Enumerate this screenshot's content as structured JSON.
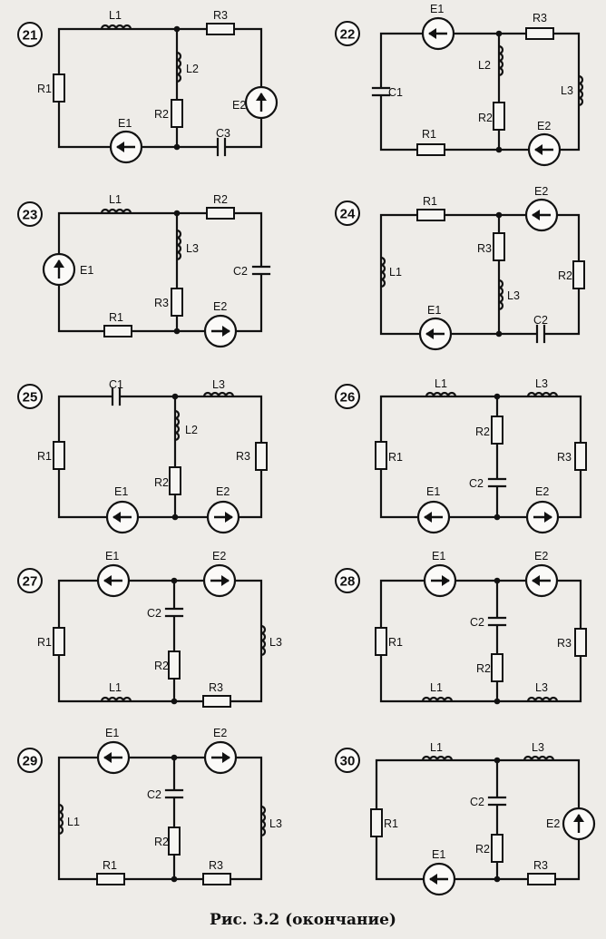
{
  "caption": "Рис. 3.2 (окончание)",
  "circuits": [
    {
      "number": "21",
      "labels": [
        "L1",
        "R3",
        "L2",
        "R1",
        "R2",
        "E2",
        "E1",
        "C3"
      ]
    },
    {
      "number": "22",
      "labels": [
        "E1",
        "R3",
        "L2",
        "C1",
        "L3",
        "R2",
        "R1",
        "E2"
      ]
    },
    {
      "number": "23",
      "labels": [
        "L1",
        "R2",
        "L3",
        "E1",
        "C2",
        "R3",
        "R1",
        "E2"
      ]
    },
    {
      "number": "24",
      "labels": [
        "R1",
        "E2",
        "R3",
        "L1",
        "R2",
        "L3",
        "E1",
        "C2"
      ]
    },
    {
      "number": "25",
      "labels": [
        "C1",
        "L3",
        "L2",
        "R1",
        "R3",
        "R2",
        "E1",
        "E2"
      ]
    },
    {
      "number": "26",
      "labels": [
        "L1",
        "L3",
        "R2",
        "R1",
        "R3",
        "C2",
        "E1",
        "E2"
      ]
    },
    {
      "number": "27",
      "labels": [
        "E1",
        "E2",
        "C2",
        "R1",
        "L3",
        "R2",
        "L1",
        "R3"
      ]
    },
    {
      "number": "28",
      "labels": [
        "E1",
        "E2",
        "C2",
        "R1",
        "R3",
        "R2",
        "L1",
        "L3"
      ]
    },
    {
      "number": "29",
      "labels": [
        "E1",
        "E2",
        "C2",
        "L1",
        "L3",
        "R2",
        "R1",
        "R3"
      ]
    },
    {
      "number": "30",
      "labels": [
        "L1",
        "L3",
        "C2",
        "R1",
        "E2",
        "R2",
        "E1",
        "R3"
      ]
    }
  ]
}
